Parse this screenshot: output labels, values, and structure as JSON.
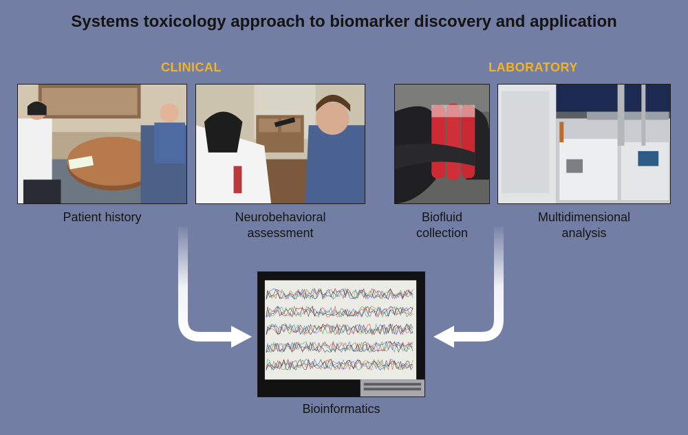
{
  "title": "Systems toxicology approach to biomarker discovery and application",
  "colors": {
    "background": "#727ea3",
    "heading_accent": "#f4b324",
    "text": "#141414",
    "arrow": "#ffffff"
  },
  "sections": {
    "clinical": {
      "label": "CLINICAL"
    },
    "laboratory": {
      "label": "LABORATORY"
    }
  },
  "panels": {
    "patient_history": {
      "caption": "Patient history"
    },
    "neurobehavioral": {
      "caption_line1": "Neurobehavioral",
      "caption_line2": "assessment"
    },
    "biofluid": {
      "caption_line1": "Biofluid",
      "caption_line2": "collection"
    },
    "multidimensional": {
      "caption_line1": "Multidimensional",
      "caption_line2": "analysis"
    },
    "bioinformatics": {
      "caption": "Bioinformatics"
    }
  }
}
